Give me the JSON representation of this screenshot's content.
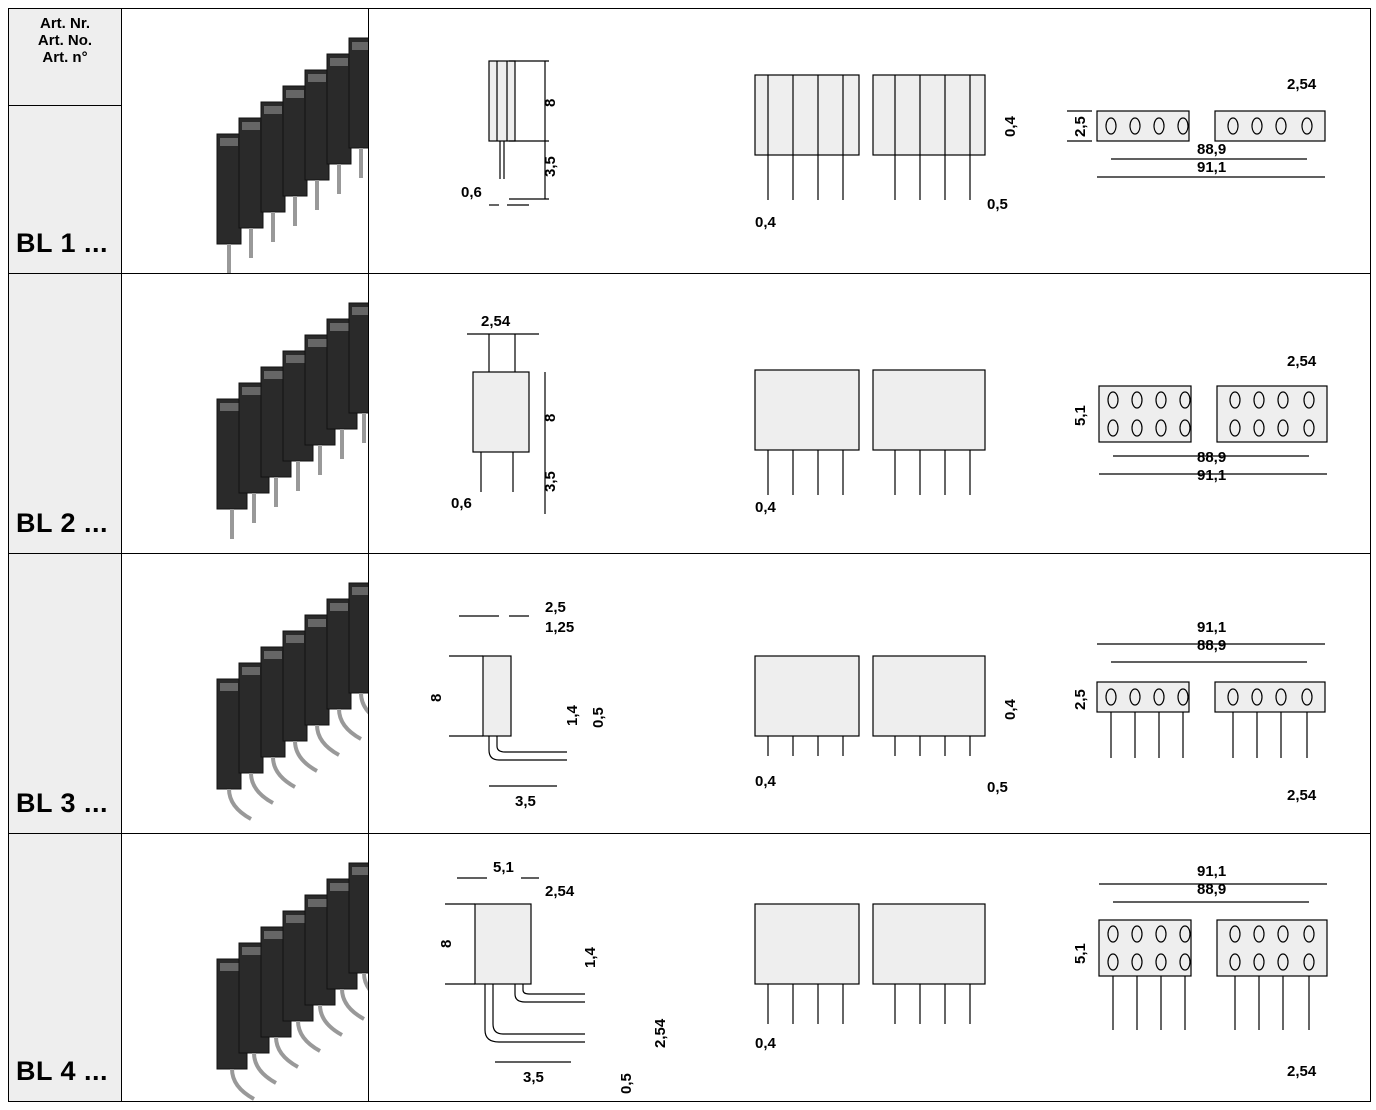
{
  "header": {
    "line1": "Art. Nr.",
    "line2": "Art. No.",
    "line3": "Art. n°"
  },
  "rows": [
    {
      "code": "BL 1 ...",
      "dims": [
        "8",
        "3,5",
        "0,6",
        "0,4",
        "0,4",
        "0,5",
        "2,5",
        "2,54",
        "88,9",
        "91,1"
      ]
    },
    {
      "code": "BL 2 ...",
      "dims": [
        "2,54",
        "8",
        "3,5",
        "0,6",
        "0,4",
        "5,1",
        "2,54",
        "88,9",
        "91,1"
      ]
    },
    {
      "code": "BL 3 ...",
      "dims": [
        "2,5",
        "1,25",
        "8",
        "1,4",
        "0,5",
        "3,5",
        "0,4",
        "0,4",
        "0,5",
        "2,5",
        "91,1",
        "88,9",
        "2,54"
      ]
    },
    {
      "code": "BL 4 ...",
      "dims": [
        "5,1",
        "2,54",
        "8",
        "1,4",
        "2,54",
        "3,5",
        "0,5",
        "0,4",
        "5,1",
        "91,1",
        "88,9",
        "2,54"
      ]
    }
  ],
  "colors": {
    "label_bg": "#eeeeee",
    "line": "#000000",
    "fill": "#e6e6e6"
  }
}
